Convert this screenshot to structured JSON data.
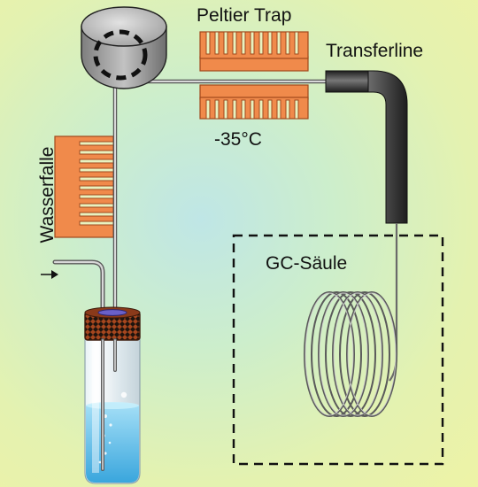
{
  "labels": {
    "peltier_trap": "Peltier Trap",
    "transferline": "Transferline",
    "temperature": "-35°C",
    "gc_column": "GC-Säule",
    "water_trap": "Wasserfalle"
  },
  "colors": {
    "heatsink": "#f08a4b",
    "heatsink_stroke": "#a0481c",
    "valve_body": "#9a9a9a",
    "column_box": "#111111",
    "liquid": "#6cc6ee",
    "vial_cap": "#8a3a1a",
    "tubing": "#b0b0b0"
  },
  "icons": {
    "valve": "rotary-valve-icon",
    "inlet_arrow": "arrow-right-icon",
    "column_coil": "coil-icon"
  }
}
